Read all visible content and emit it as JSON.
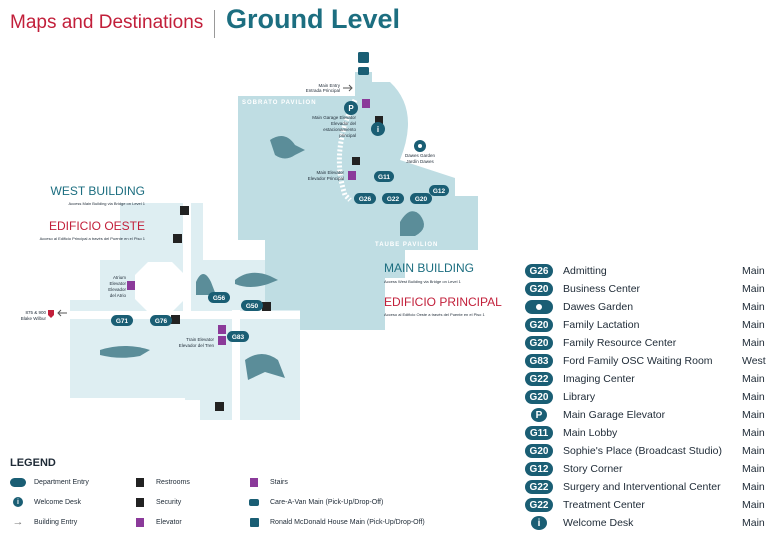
{
  "header": {
    "section_title": "Maps and Destinations",
    "level_title": "Ground Level"
  },
  "map": {
    "west_building": {
      "title": "WEST BUILDING",
      "subtitle": "Access Main Building via Bridge on Level 1",
      "title_es": "EDIFICIO OESTE",
      "subtitle_es": "Acceso al Edificio Principal a través del Puente en el Piso 1"
    },
    "main_building": {
      "title": "MAIN BUILDING",
      "subtitle": "Access West Building via Bridge on Level 1",
      "title_es": "EDIFICIO PRINCIPAL",
      "subtitle_es": "Acceso al Edificio Oeste a través del Puente en el Piso 1"
    },
    "pavilions": {
      "sobrato": "SOBRATO PAVILION",
      "taube": "TAUBE PAVILION"
    },
    "labels": {
      "main_entry": "Main Entry",
      "main_entry_es": "Entrada Principal",
      "garage_elevator": "Main Garage Elevator",
      "garage_elevator_es1": "Elevador del",
      "garage_elevator_es2": "estacionamiento",
      "garage_elevator_es3": "principal",
      "main_elevator": "Main Elevator",
      "main_elevator_es": "Elevador Principal",
      "dawes_garden": "Dawes Garden",
      "dawes_garden_es": "Jardín Dawes",
      "atrium_elevator1": "Atrium",
      "atrium_elevator2": "Elevator",
      "atrium_elevator_es1": "Elevador",
      "atrium_elevator_es2": "del Atrio",
      "train_elevator": "Train Elevator",
      "train_elevator_es": "Elevador del Tren",
      "blake_wilbur1": "875 & 900",
      "blake_wilbur2": "Blake Wilbur"
    },
    "markers": {
      "g11": "G11",
      "g12": "G12",
      "g20": "G20",
      "g22": "G22",
      "g26": "G26",
      "g50": "G50",
      "g56": "G56",
      "g71": "G71",
      "g76": "G76",
      "g83": "G83",
      "parking": "P",
      "info": "i"
    }
  },
  "directory": [
    {
      "badge": "G26",
      "name": "Admitting",
      "building": "Main"
    },
    {
      "badge": "G20",
      "name": "Business Center",
      "building": "Main"
    },
    {
      "badge": "flower-icon",
      "name": "Dawes Garden",
      "building": "Main"
    },
    {
      "badge": "G20",
      "name": "Family Lactation",
      "building": "Main"
    },
    {
      "badge": "G20",
      "name": "Family Resource Center",
      "building": "Main"
    },
    {
      "badge": "G83",
      "name": "Ford Family OSC Waiting Room",
      "building": "West"
    },
    {
      "badge": "G22",
      "name": "Imaging Center",
      "building": "Main"
    },
    {
      "badge": "G20",
      "name": "Library",
      "building": "Main"
    },
    {
      "badge": "P",
      "name": "Main Garage Elevator",
      "building": "Main"
    },
    {
      "badge": "G11",
      "name": "Main Lobby",
      "building": "Main"
    },
    {
      "badge": "G20",
      "name": "Sophie's Place (Broadcast Studio)",
      "building": "Main"
    },
    {
      "badge": "G12",
      "name": "Story Corner",
      "building": "Main"
    },
    {
      "badge": "G22",
      "name": "Surgery and Interventional Center",
      "building": "Main"
    },
    {
      "badge": "G22",
      "name": "Treatment Center",
      "building": "Main"
    },
    {
      "badge": "i",
      "name": "Welcome Desk",
      "building": "Main"
    }
  ],
  "legend": {
    "title": "LEGEND",
    "items": {
      "department_entry": "Department Entry",
      "welcome_desk": "Welcome Desk",
      "building_entry": "Building Entry",
      "restrooms": "Restrooms",
      "security": "Security",
      "elevator": "Elevator",
      "stairs": "Stairs",
      "care_a_van": "Care-A-Van Main (Pick-Up/Drop-Off)",
      "ronald_mcdonald": "Ronald McDonald House Main (Pick-Up/Drop-Off)"
    }
  },
  "colors": {
    "brand_red": "#c21f3a",
    "brand_teal": "#1c6e80",
    "marker_blue": "#1a5e74",
    "main_fill": "#bfdde3",
    "west_fill": "#deeef2",
    "elevator_purple": "#8b3a9a"
  }
}
